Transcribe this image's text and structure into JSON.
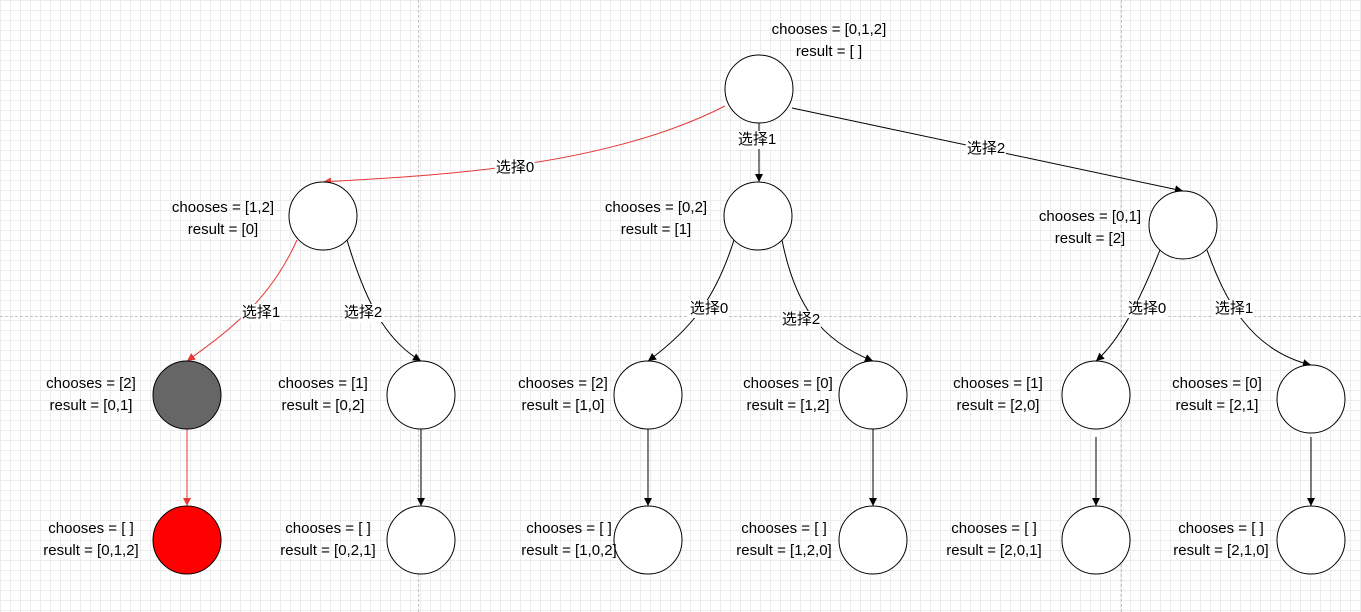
{
  "colors": {
    "edge_default": "#000000",
    "edge_highlight": "#e53935",
    "node_fill": "#ffffff",
    "node_visited": "#666666",
    "node_result": "#ff0000"
  },
  "nodes": [
    {
      "id": "root",
      "chooses": "chooses = [0,1,2]",
      "result": "result = [ ]",
      "state": "normal"
    },
    {
      "id": "n0",
      "chooses": "chooses = [1,2]",
      "result": "result = [0]",
      "state": "normal"
    },
    {
      "id": "n1",
      "chooses": "chooses = [0,2]",
      "result": "result = [1]",
      "state": "normal"
    },
    {
      "id": "n2",
      "chooses": "chooses = [0,1]",
      "result": "result = [2]",
      "state": "normal"
    },
    {
      "id": "n01",
      "chooses": "chooses = [2]",
      "result": "result = [0,1]",
      "state": "visited"
    },
    {
      "id": "n02",
      "chooses": "chooses = [1]",
      "result": "result = [0,2]",
      "state": "normal"
    },
    {
      "id": "n10",
      "chooses": "chooses = [2]",
      "result": "result = [1,0]",
      "state": "normal"
    },
    {
      "id": "n12",
      "chooses": "chooses = [0]",
      "result": "result = [1,2]",
      "state": "normal"
    },
    {
      "id": "n20",
      "chooses": "chooses = [1]",
      "result": "result = [2,0]",
      "state": "normal"
    },
    {
      "id": "n21",
      "chooses": "chooses = [0]",
      "result": "result = [2,1]",
      "state": "normal"
    },
    {
      "id": "n012",
      "chooses": "chooses = [ ]",
      "result": "result = [0,1,2]",
      "state": "result"
    },
    {
      "id": "n021",
      "chooses": "chooses = [ ]",
      "result": "result = [0,2,1]",
      "state": "normal"
    },
    {
      "id": "n102",
      "chooses": "chooses = [ ]",
      "result": "result = [1,0,2]",
      "state": "normal"
    },
    {
      "id": "n120",
      "chooses": "chooses = [ ]",
      "result": "result = [1,2,0]",
      "state": "normal"
    },
    {
      "id": "n201",
      "chooses": "chooses = [ ]",
      "result": "result = [2,0,1]",
      "state": "normal"
    },
    {
      "id": "n210",
      "chooses": "chooses = [ ]",
      "result": "result = [2,1,0]",
      "state": "normal"
    }
  ],
  "edges": [
    {
      "from": "root",
      "to": "n0",
      "label": "选择0",
      "highlight": true
    },
    {
      "from": "root",
      "to": "n1",
      "label": "选择1",
      "highlight": false
    },
    {
      "from": "root",
      "to": "n2",
      "label": "选择2",
      "highlight": false
    },
    {
      "from": "n0",
      "to": "n01",
      "label": "选择1",
      "highlight": true
    },
    {
      "from": "n0",
      "to": "n02",
      "label": "选择2",
      "highlight": false
    },
    {
      "from": "n1",
      "to": "n10",
      "label": "选择0",
      "highlight": false
    },
    {
      "from": "n1",
      "to": "n12",
      "label": "选择2",
      "highlight": false
    },
    {
      "from": "n2",
      "to": "n20",
      "label": "选择0",
      "highlight": false
    },
    {
      "from": "n2",
      "to": "n21",
      "label": "选择1",
      "highlight": false
    },
    {
      "from": "n01",
      "to": "n012",
      "label": "",
      "highlight": true
    },
    {
      "from": "n02",
      "to": "n021",
      "label": "",
      "highlight": false
    },
    {
      "from": "n10",
      "to": "n102",
      "label": "",
      "highlight": false
    },
    {
      "from": "n12",
      "to": "n120",
      "label": "",
      "highlight": false
    },
    {
      "from": "n20",
      "to": "n201",
      "label": "",
      "highlight": false
    },
    {
      "from": "n21",
      "to": "n210",
      "label": "",
      "highlight": false
    }
  ]
}
